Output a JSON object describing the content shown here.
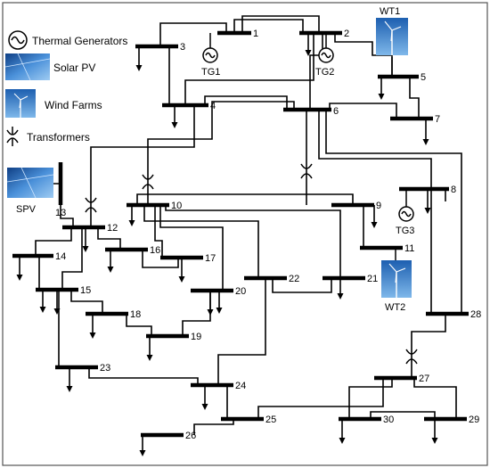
{
  "legend": {
    "thermal_label": "Thermal Generators",
    "solar_label": "Solar PV",
    "wind_label": "Wind Farms",
    "transformer_label": "Transformers"
  },
  "buses": [
    "1",
    "2",
    "3",
    "4",
    "5",
    "6",
    "7",
    "8",
    "9",
    "10",
    "11",
    "12",
    "13",
    "14",
    "15",
    "16",
    "17",
    "18",
    "19",
    "20",
    "21",
    "22",
    "23",
    "24",
    "25",
    "26",
    "27",
    "28",
    "29",
    "30"
  ],
  "generators": {
    "thermal": [
      "TG1",
      "TG2",
      "TG3"
    ],
    "wind": [
      "WT1",
      "WT2"
    ],
    "solar": [
      "SPV"
    ]
  },
  "colors": {
    "solar_panel": "#1f5fa8",
    "wind_sky": "#3d8ad6",
    "lines": "#000000"
  }
}
